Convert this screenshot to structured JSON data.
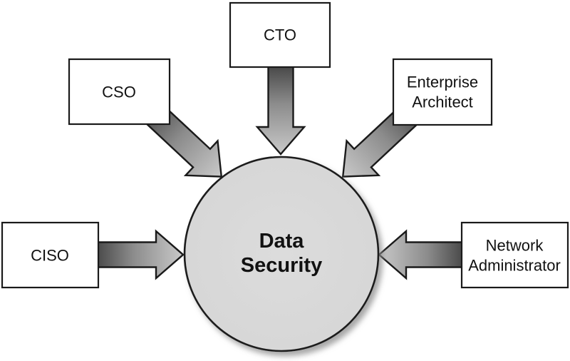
{
  "diagram": {
    "center": {
      "line1": "Data",
      "line2": "Security"
    },
    "roles": {
      "cto": {
        "label": "CTO"
      },
      "cso": {
        "label": "CSO"
      },
      "enterprise_architect": {
        "line1": "Enterprise",
        "line2": "Architect"
      },
      "ciso": {
        "label": "CISO"
      },
      "network_administrator": {
        "line1": "Network",
        "line2": "Administrator"
      }
    },
    "colors": {
      "background": "#ffffff",
      "box_fill": "#ffffff",
      "box_border": "#1a1a1a",
      "arrow_dark": "#424242",
      "arrow_mid": "#8c8c8c",
      "arrow_light": "#c9c9c9",
      "arrow_outline": "#1a1a1a",
      "circle_fill": "#d4d4d4",
      "circle_fill_center": "#dcdcdc",
      "circle_border": "#1a1a1a",
      "text_color": "#111111"
    }
  }
}
